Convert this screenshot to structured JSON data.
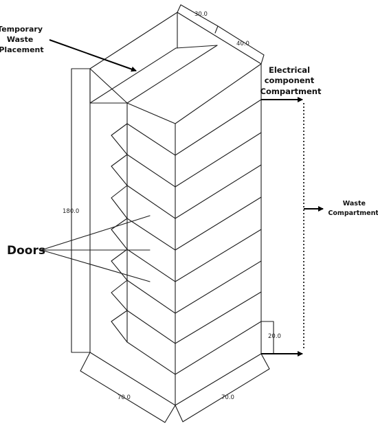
{
  "labels": {
    "temporary_waste_1": "Temporary",
    "temporary_waste_2": "Waste",
    "temporary_waste_3": "Placement",
    "electrical_1": "Electrical",
    "electrical_2": "component",
    "electrical_3": "Compartment",
    "waste_1": "Waste",
    "waste_2": "Compartments",
    "doors": "Doors"
  },
  "dimensions": {
    "top_width": "30.0",
    "top_depth": "40.0",
    "height": "180.0",
    "compartment_height": "20.0",
    "base_left": "70.0",
    "base_right": "70.0"
  }
}
